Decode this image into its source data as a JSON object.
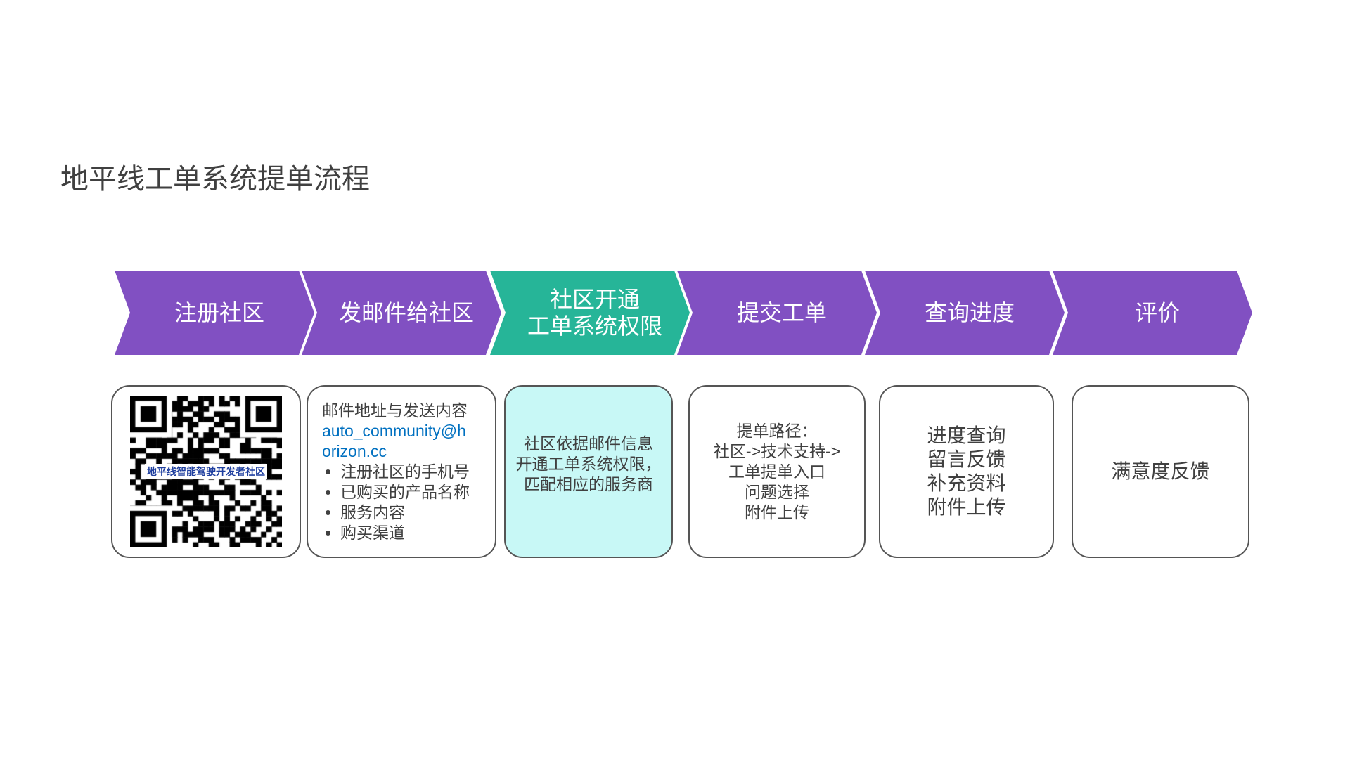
{
  "title": "地平线工单系统提单流程",
  "colors": {
    "step": "#8150C2",
    "active_step": "#26B598",
    "active_box": "#C8F8F6"
  },
  "steps": [
    {
      "label": "注册社区"
    },
    {
      "label": "发邮件给社区"
    },
    {
      "label_line1": "社区开通",
      "label_line2": "工单系统权限"
    },
    {
      "label": "提交工单"
    },
    {
      "label": "查询进度"
    },
    {
      "label": "评价"
    }
  ],
  "details": {
    "qr": {
      "caption": "地平线智能驾驶开发者社区"
    },
    "email": {
      "heading": "邮件地址与发送内容",
      "address_line1": "auto_community@h",
      "address_line2": "orizon.cc",
      "items": [
        "注册社区的手机号",
        "已购买的产品名称",
        "服务内容",
        "购买渠道"
      ]
    },
    "permission": {
      "lines": [
        "社区依据邮件信息",
        "开通工单系统权限，",
        "匹配相应的服务商"
      ]
    },
    "submit": {
      "lines": [
        "提单路径：",
        "社区->技术支持->",
        "工单提单入口",
        "问题选择",
        "附件上传"
      ]
    },
    "progress": {
      "lines": [
        "进度查询",
        "留言反馈",
        "补充资料",
        "附件上传"
      ]
    },
    "rating": {
      "lines": [
        "满意度反馈"
      ]
    }
  }
}
